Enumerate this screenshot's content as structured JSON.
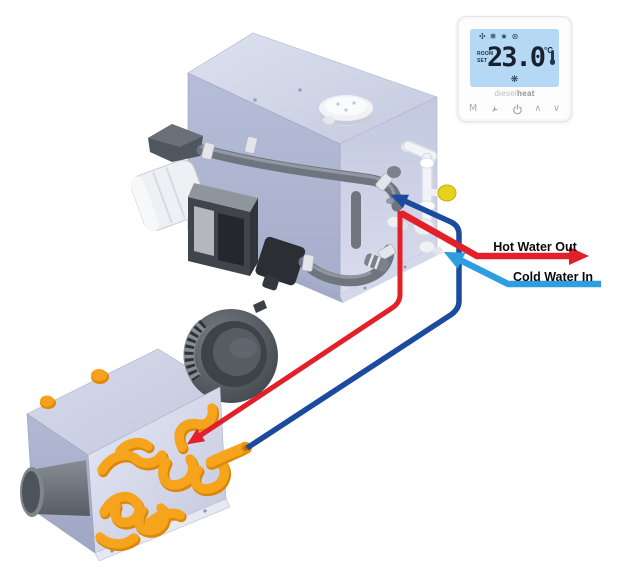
{
  "diagram": {
    "hot_water_out_label": "Hot Water Out",
    "cold_water_in_label": "Cold Water In",
    "colors": {
      "hot_line": "#e3202a",
      "cold_in_line": "#2d9fe0",
      "return_line": "#1b4a9e",
      "coil_orange": "#f6a01b",
      "unit_body": "#c9cee6",
      "pipe_gray": "#6f757e",
      "yellow_cap": "#e7d220",
      "lcd_blue": "#b5d9f5"
    }
  },
  "thermostat": {
    "lcd": {
      "room_label": "ROOM",
      "set_label": "SET",
      "temperature": "23.0",
      "unit": "°C",
      "top_icons": [
        {
          "name": "fan-icon",
          "glyph": "✣"
        },
        {
          "name": "snowflake-icon",
          "glyph": "❅"
        },
        {
          "name": "star-icon",
          "glyph": "★"
        },
        {
          "name": "sun-icon",
          "glyph": "⊛"
        }
      ],
      "mode_icon": {
        "name": "snowflake-mode-icon",
        "glyph": "❋"
      }
    },
    "brand": {
      "prefix": "diesel",
      "suffix": "heat"
    },
    "buttons": {
      "mode_label": "M",
      "up_label": "∧",
      "down_label": "∨"
    }
  }
}
